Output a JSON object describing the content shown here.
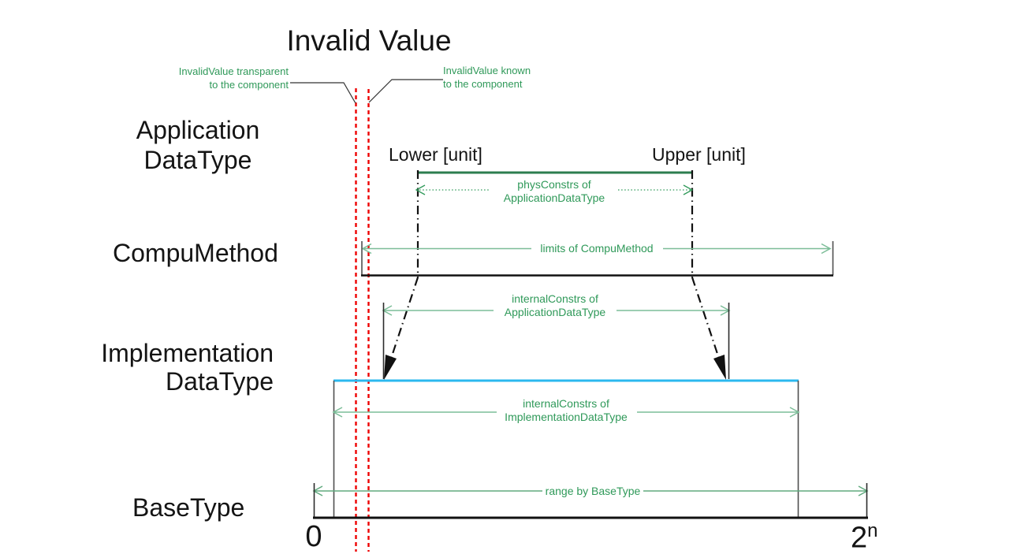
{
  "title": "Invalid Value",
  "annotations": {
    "left": {
      "line1": "InvalidValue transparent",
      "line2": "to the component"
    },
    "right": {
      "line1": "InvalidValue known",
      "line2": "to the component"
    }
  },
  "rows": {
    "application": {
      "line1": "Application",
      "line2": "DataType"
    },
    "compu": {
      "label": "CompuMethod"
    },
    "implementation": {
      "line1": "Implementation",
      "line2": "DataType"
    },
    "base": {
      "label": "BaseType"
    }
  },
  "range_labels": {
    "lower": "Lower [unit]",
    "upper": "Upper [unit]",
    "phys_constrs": {
      "line1": "physConstrs of",
      "line2": "ApplicationDataType"
    },
    "limits": "limits of CompuMethod",
    "internal_adt": {
      "line1": "internalConstrs of",
      "line2": "ApplicationDataType"
    },
    "internal_idt": {
      "line1": "internalConstrs of",
      "line2": "ImplementationDataType"
    },
    "range_base": "range by BaseType"
  },
  "axis": {
    "origin": "0",
    "max_base": "2",
    "max_exp": "n"
  },
  "colors": {
    "accent_green_text": "#2F9959",
    "arrow_green": "#7CBD98",
    "range_arrow_green": "#61AA7F",
    "bracket_green": "#2C7D4F",
    "invalid_red": "#EE0000",
    "impl_cyan": "#2BB8EF",
    "ink": "#141414",
    "guide_gray": "#4F4F4F"
  }
}
